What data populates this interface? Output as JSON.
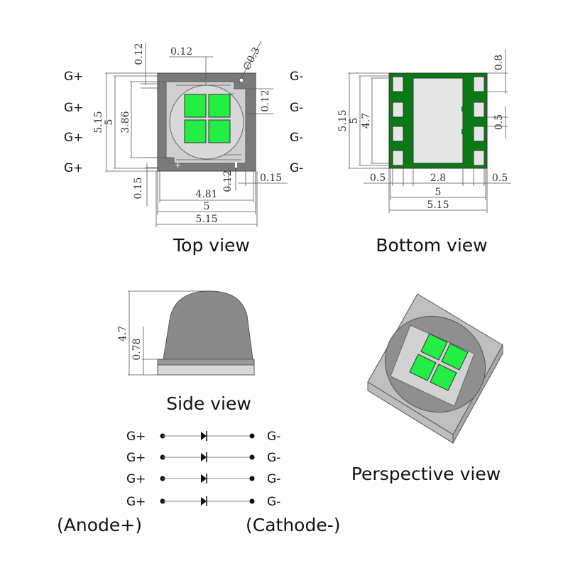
{
  "top_view": {
    "caption": "Top view",
    "pins_left": [
      "G+",
      "G+",
      "G+",
      "G+"
    ],
    "pins_right": [
      "G-",
      "G-",
      "G-",
      "G-"
    ],
    "dims": {
      "h_515": "5.15",
      "h_5": "5",
      "h_386": "3.86",
      "top_012": "0.12",
      "mid_012": "0.12",
      "right_012": "0.12",
      "hole": "∅0.3",
      "bot_015_left": "0.15",
      "bot_012": "0.12",
      "bot_015_right": "0.15",
      "w_481": "4.81",
      "w_5": "5",
      "w_515": "5.15"
    }
  },
  "bottom_view": {
    "caption": "Bottom view",
    "dims": {
      "h_515": "5.15",
      "h_5": "5",
      "h_47": "4.7",
      "pad_08": "0.8",
      "pad_05": "0.5",
      "w_05_left": "0.5",
      "w_28": "2.8",
      "w_05_right": "0.5",
      "w_5": "5",
      "w_515": "5.15"
    }
  },
  "side_view": {
    "caption": "Side view",
    "dims": {
      "h_47": "4.7",
      "h_078": "0.78"
    }
  },
  "perspective_view": {
    "caption": "Perspective view"
  },
  "schematic": {
    "rows": [
      {
        "left": "G+",
        "right": "G-"
      },
      {
        "left": "G+",
        "right": "G-"
      },
      {
        "left": "G+",
        "right": "G-"
      },
      {
        "left": "G+",
        "right": "G-"
      }
    ],
    "anode_label": "(Anode+)",
    "cathode_label": "(Cathode-)"
  },
  "colors": {
    "led_green": "#22ee44",
    "body_gray": "#7a7a7a",
    "pcb_green": "#0a7a14",
    "pad_gray": "#e6e6e6"
  }
}
